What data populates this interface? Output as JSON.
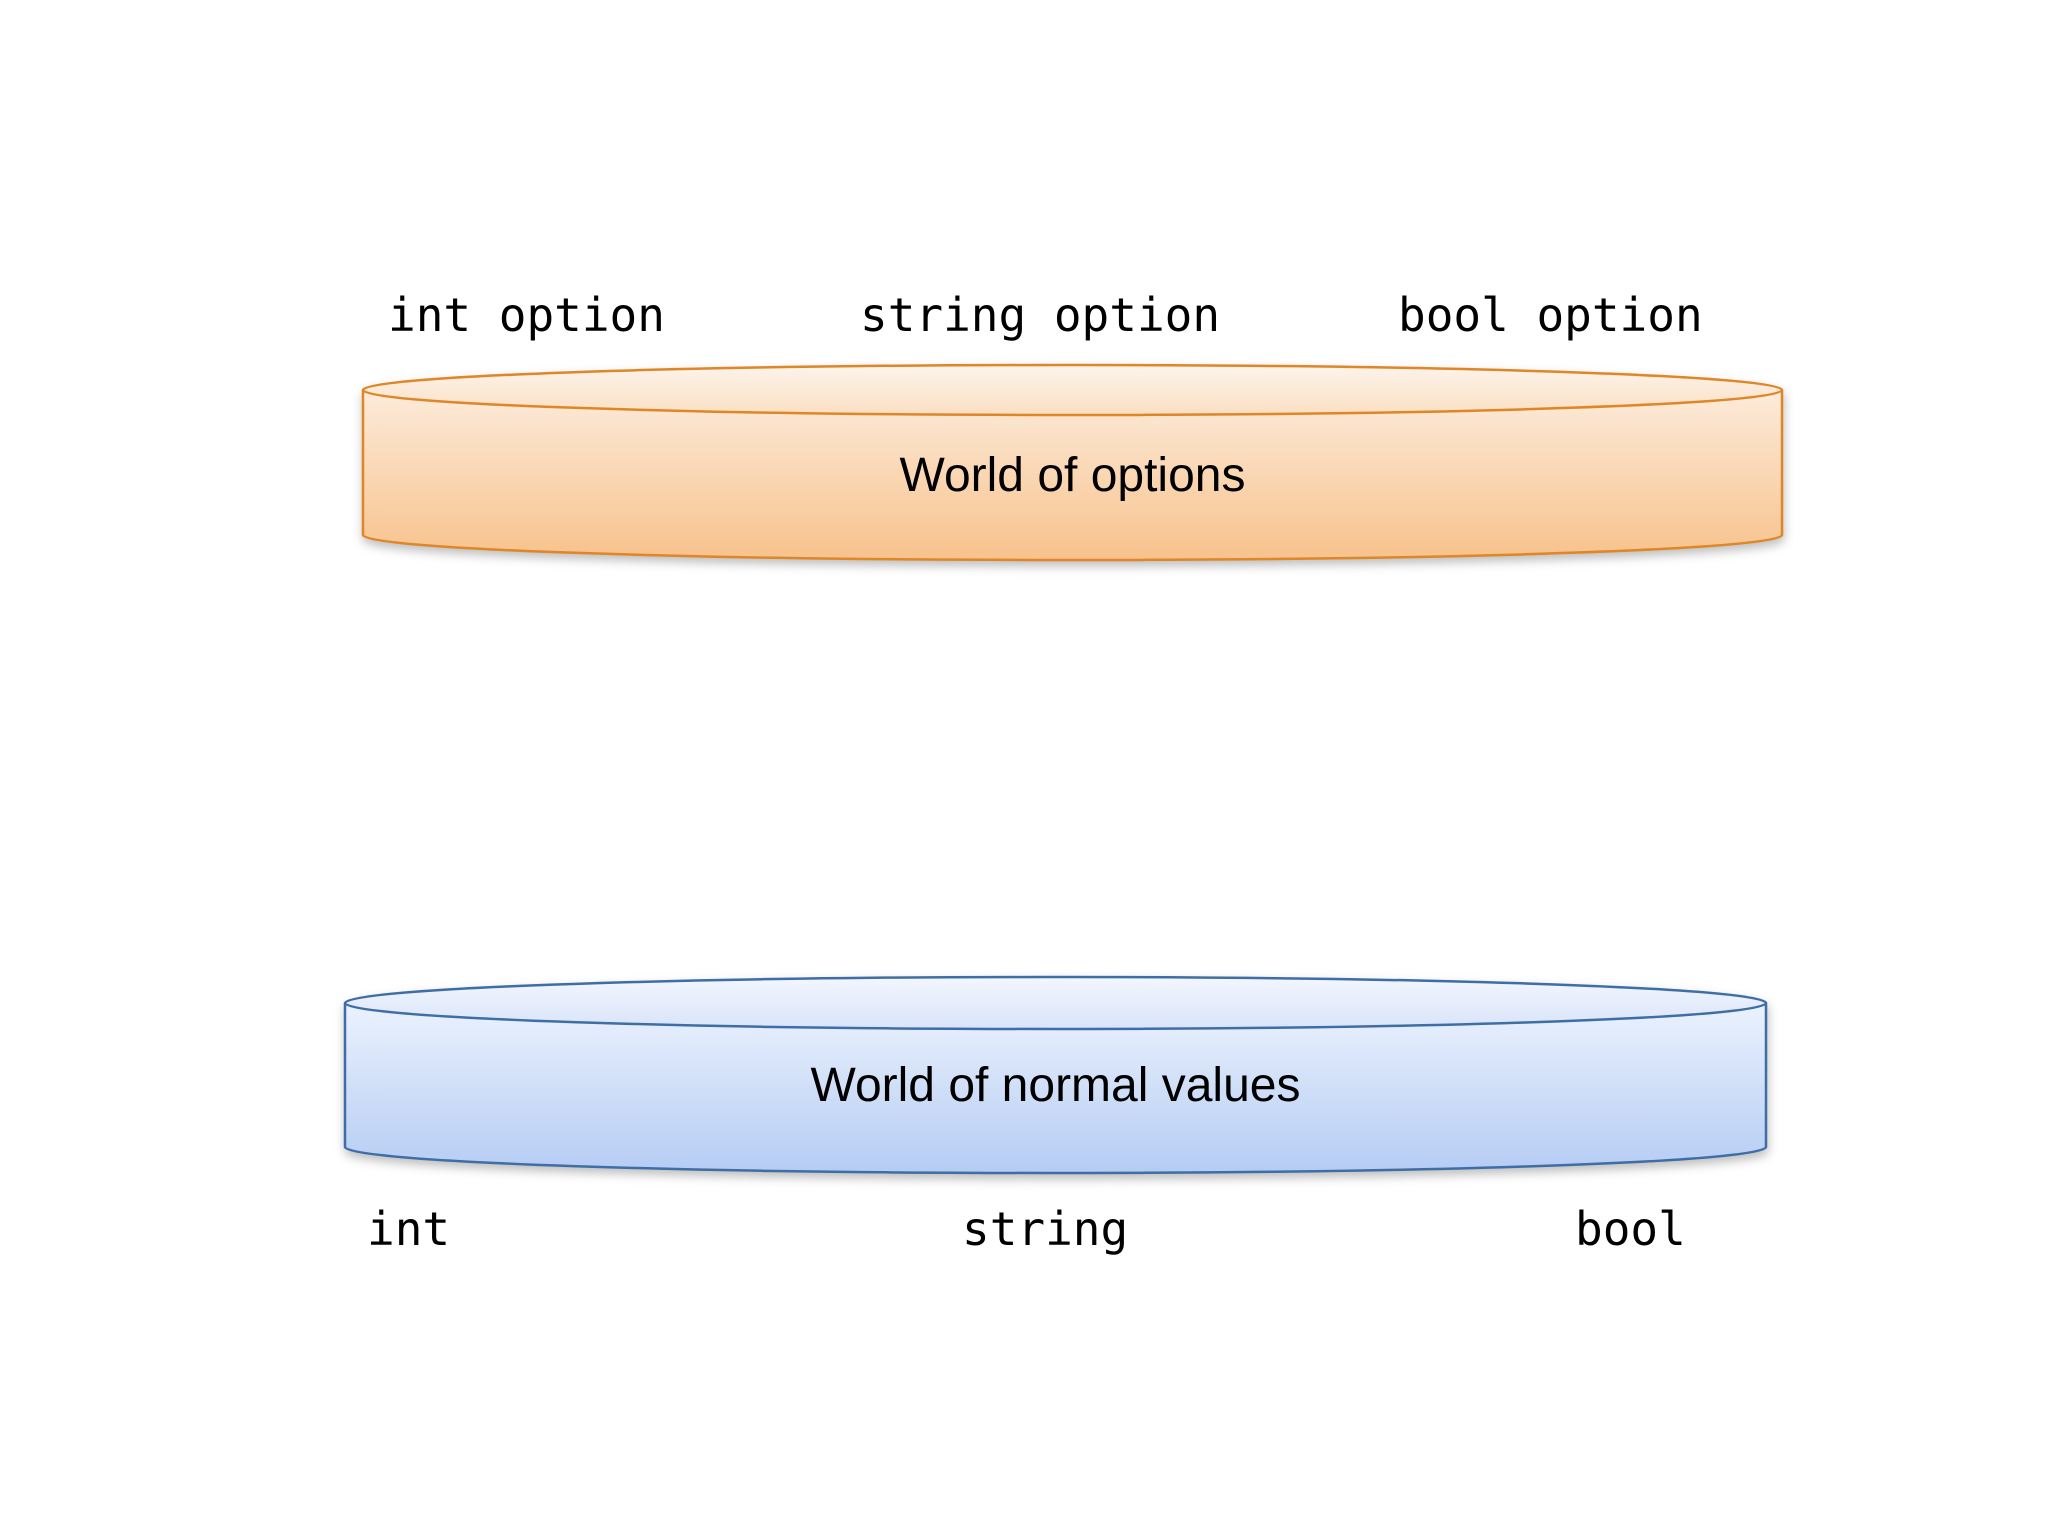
{
  "scene": {
    "background": "#ffffff",
    "text_color": "#000000"
  },
  "top_labels": [
    {
      "text": "int option"
    },
    {
      "text": "string option"
    },
    {
      "text": "bool option"
    }
  ],
  "options_world": {
    "label": "World of options",
    "stroke": "#df8627",
    "body_top": "#fcebdb",
    "body_bottom": "#f7c28c",
    "ellipse_top": "#fdf4ec",
    "ellipse_bottom": "#fadfc2"
  },
  "values_world": {
    "label": "World of normal values",
    "stroke": "#3e6ea5",
    "body_top": "#ebf2fd",
    "body_bottom": "#b5ccf3",
    "ellipse_top": "#f2f6fe",
    "ellipse_bottom": "#d9e4f9"
  },
  "bottom_labels": [
    {
      "text": "int"
    },
    {
      "text": "string"
    },
    {
      "text": "bool"
    }
  ]
}
